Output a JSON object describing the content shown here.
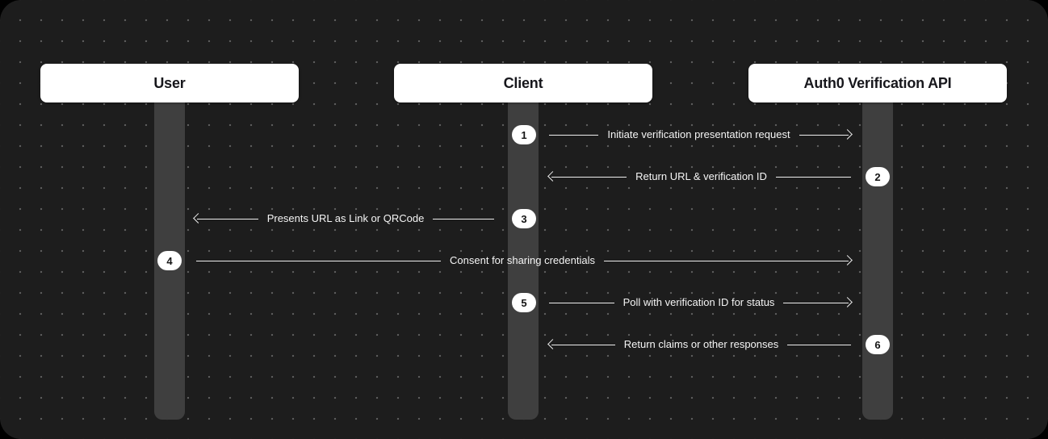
{
  "diagram": {
    "participants": [
      {
        "id": "user",
        "label": "User"
      },
      {
        "id": "client",
        "label": "Client"
      },
      {
        "id": "auth0",
        "label": "Auth0 Verification API"
      }
    ],
    "messages": [
      {
        "step": "1",
        "label": "Initiate verification presentation request",
        "from": "client",
        "to": "auth0",
        "direction": "right"
      },
      {
        "step": "2",
        "label": "Return URL & verification ID",
        "from": "auth0",
        "to": "client",
        "direction": "left"
      },
      {
        "step": "3",
        "label": "Presents URL as Link or QRCode",
        "from": "client",
        "to": "user",
        "direction": "left"
      },
      {
        "step": "4",
        "label": "Consent for sharing credentials",
        "from": "user",
        "to": "auth0",
        "direction": "right"
      },
      {
        "step": "5",
        "label": "Poll with verification ID for status",
        "from": "client",
        "to": "auth0",
        "direction": "right"
      },
      {
        "step": "6",
        "label": "Return claims or other responses",
        "from": "auth0",
        "to": "client",
        "direction": "left"
      }
    ],
    "colors": {
      "canvas": "#1d1d1d",
      "grid_dot": "#5f5f5f",
      "participant_bg": "#ffffff",
      "participant_text": "#17171c",
      "lifeline": "#3f3f3f",
      "arrow_line": "#ededed",
      "badge_bg": "#ffffff",
      "badge_text": "#141414"
    }
  }
}
